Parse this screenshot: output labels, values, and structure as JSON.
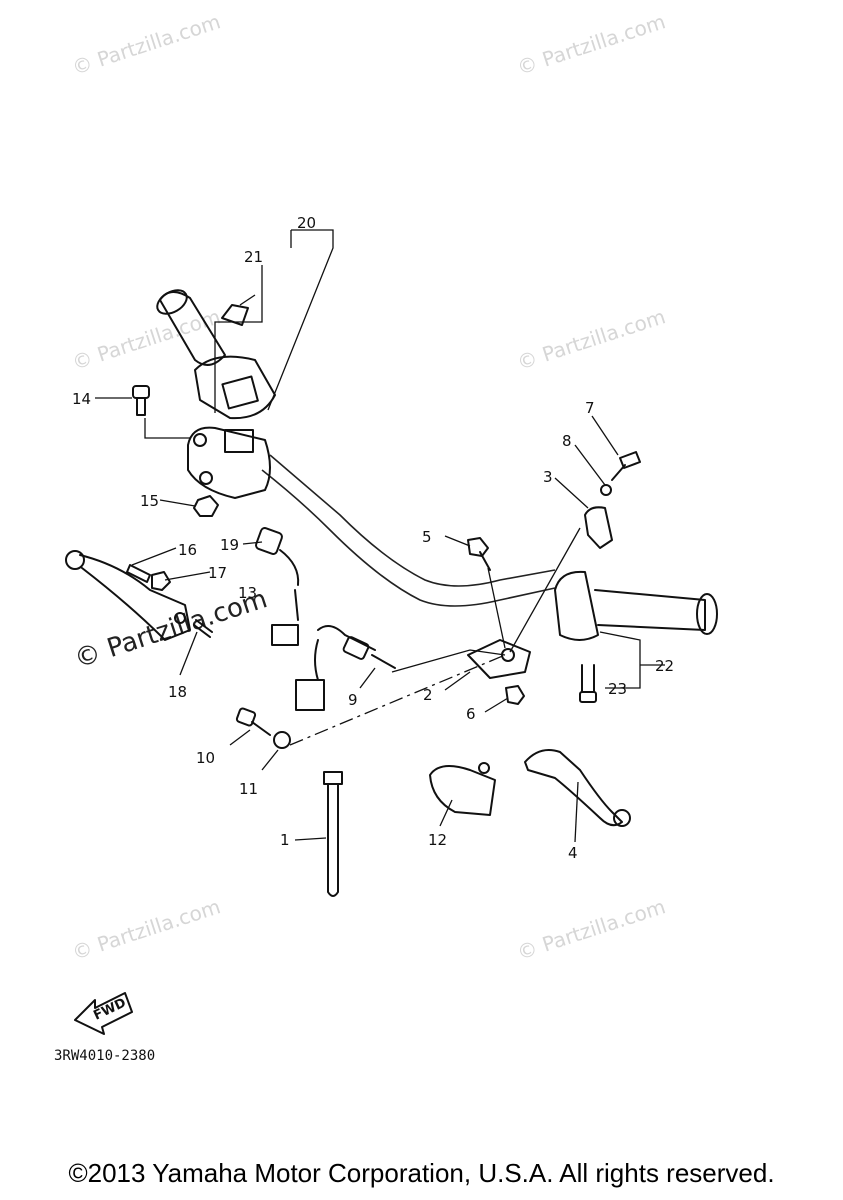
{
  "watermark": "© Partzilla.com",
  "diagram_code": "3RW4010-2380",
  "fwd_label": "FWD",
  "copyright": "©2013 Yamaha Motor Corporation, U.S.A. All rights reserved.",
  "callouts": {
    "c1": "1",
    "c2": "2",
    "c3": "3",
    "c4": "4",
    "c5": "5",
    "c6": "6",
    "c7": "7",
    "c8": "8",
    "c9": "9",
    "c10": "10",
    "c11": "11",
    "c12": "12",
    "c13": "13",
    "c14": "14",
    "c15": "15",
    "c16": "16",
    "c17": "17",
    "c18": "18",
    "c19": "19",
    "c20": "20",
    "c21": "21",
    "c22": "22",
    "c23": "23"
  }
}
